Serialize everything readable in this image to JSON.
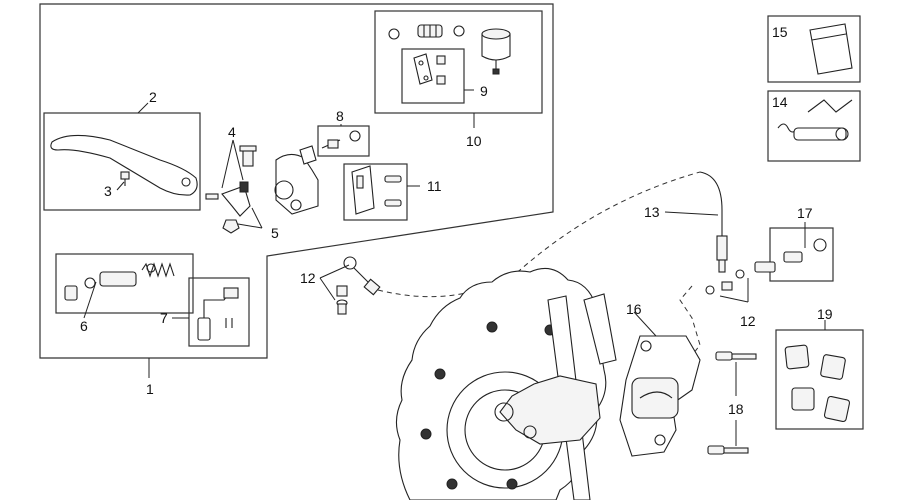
{
  "diagram": {
    "type": "exploded-parts-diagram",
    "callouts": {
      "c1": "1",
      "c2": "2",
      "c3": "3",
      "c4": "4",
      "c5": "5",
      "c6": "6",
      "c7": "7",
      "c8": "8",
      "c9": "9",
      "c10": "10",
      "c11": "11",
      "c12a": "12",
      "c12b": "12",
      "c13": "13",
      "c14": "14",
      "c15": "15",
      "c16": "16",
      "c17": "17",
      "c18": "18",
      "c19": "19"
    }
  }
}
